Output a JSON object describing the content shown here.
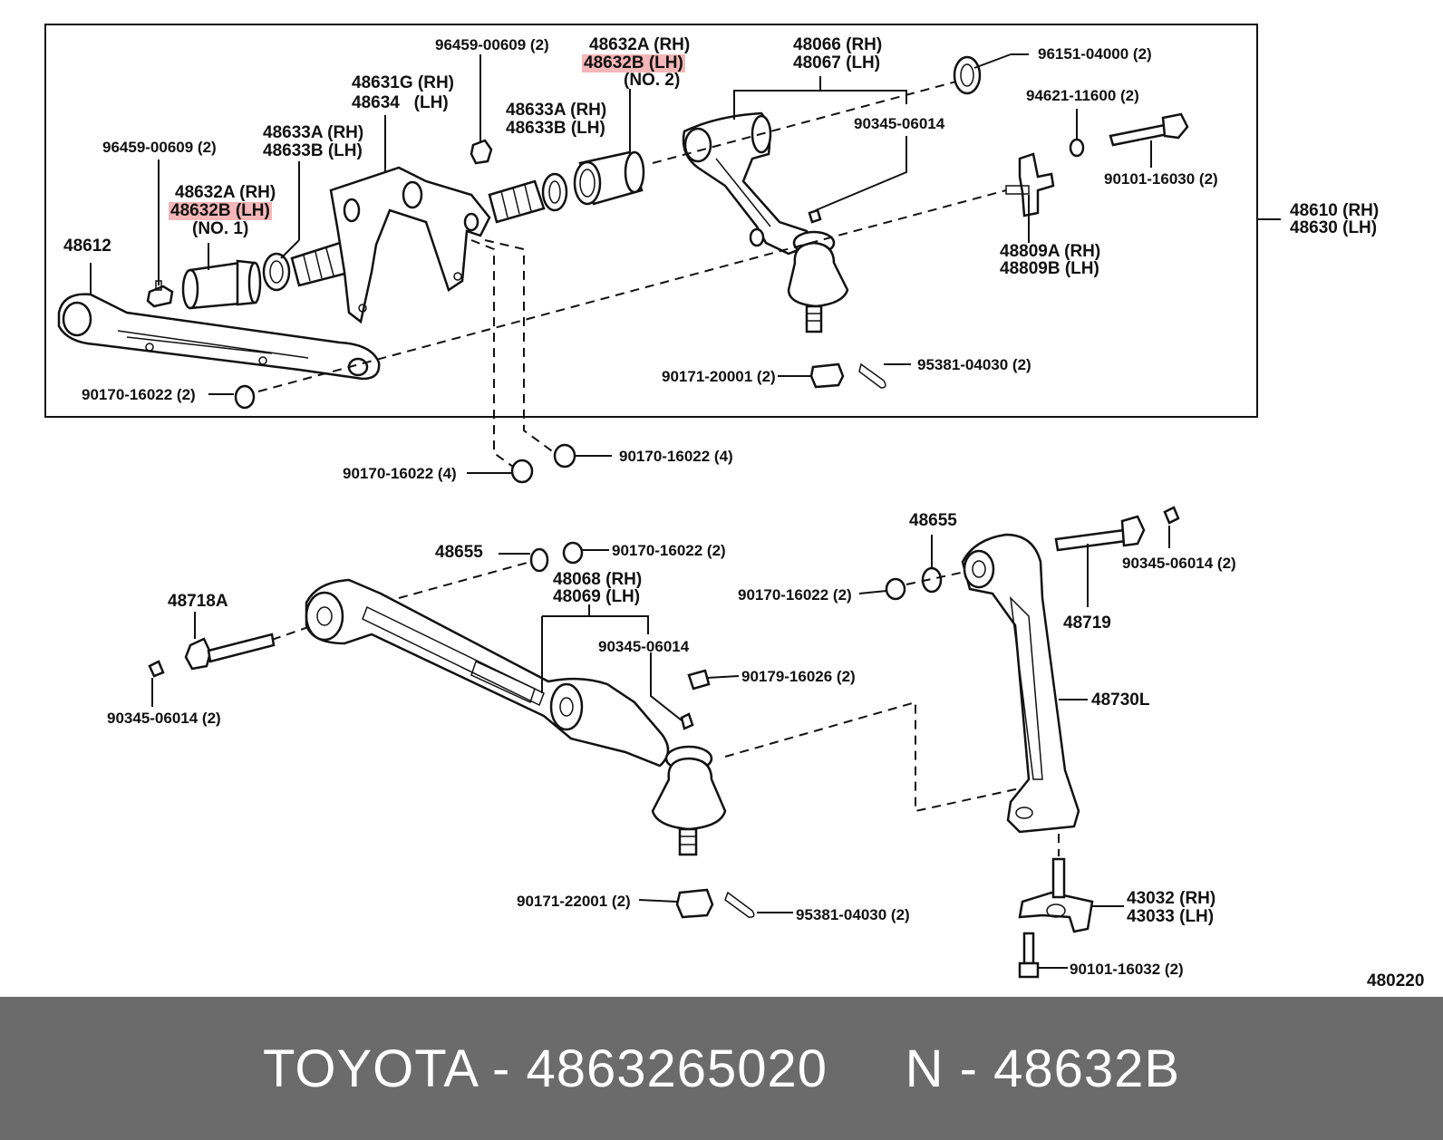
{
  "diagram_id": "480220",
  "caption": {
    "brand": "TOYOTA",
    "sep1": "-",
    "part_number": "4863265020",
    "ref_prefix": "N",
    "sep2": "-",
    "ref_code": "48632B"
  },
  "colors": {
    "highlight": "#f4b6b8",
    "footer_bg": "#6b6b6b",
    "ink": "#111111"
  },
  "labels": {
    "p96459_a": "96459-00609 (2)",
    "p48632a_2": "48632A (RH)",
    "p48632b_2": "48632B (LH)",
    "no2": "(NO. 2)",
    "p48066": "48066 (RH)",
    "p48067": "48067 (LH)",
    "p96151": "96151-04000 (2)",
    "p94621": "94621-11600 (2)",
    "p48631g": "48631G (RH)",
    "p48634": "48634   (LH)",
    "p48633a_1": "48633A (RH)",
    "p48633b_1": "48633B (LH)",
    "p90345_a": "90345-06014",
    "p90101_a": "90101-16030 (2)",
    "p96459_b": "96459-00609 (2)",
    "p48633a_2": "48633A (RH)",
    "p48633b_2": "48633B (LH)",
    "p48632a_1": "48632A (RH)",
    "p48632b_1": "48632B (LH)",
    "no1": "(NO. 1)",
    "p48610": "48610 (RH)",
    "p48630": "48630 (LH)",
    "p48612": "48612",
    "p48809a": "48809A (RH)",
    "p48809b": "48809B (LH)",
    "p90171_a": "90171-20001 (2)",
    "p95381_a": "95381-04030 (2)",
    "p90170_a": "90170-16022 (2)",
    "p90170_b": "90170-16022 (4)",
    "p90170_c": "90170-16022 (4)",
    "p48655_a": "48655",
    "p90170_d": "90170-16022 (2)",
    "p48655_b": "48655",
    "p90345_b": "90345-06014 (2)",
    "p48718a": "48718A",
    "p48068": "48068 (RH)",
    "p48069": "48069 (LH)",
    "p90170_e": "90170-16022 (2)",
    "p48719": "48719",
    "p90345_c": "90345-06014",
    "p90179": "90179-16026 (2)",
    "p90345_d": "90345-06014 (2)",
    "p48730l": "48730L",
    "p90171_b": "90171-22001 (2)",
    "p95381_b": "95381-04030 (2)",
    "p43032": "43032 (RH)",
    "p43033": "43033 (LH)",
    "p90101_b": "90101-16032 (2)"
  }
}
